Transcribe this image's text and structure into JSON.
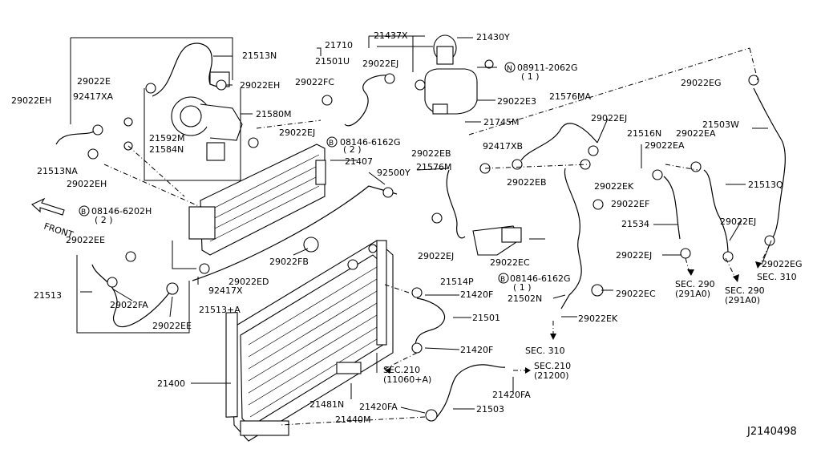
{
  "diagram_id": "J2140498",
  "front_label": "FRONT",
  "labels": {
    "l21513N": "21513N",
    "l29022E": "29022E",
    "l92417XA": "92417XA",
    "l29022EH_a": "29022EH",
    "l29022EH_b": "29022EH",
    "l29022EH_c": "29022EH",
    "l21580M": "21580M",
    "l21592M": "21592M",
    "l21584N": "21584N",
    "l21513NA": "21513NA",
    "l08146_6202H": "08146-6202H",
    "l08146_6202H_qty": "( 2 )",
    "l29022EE_a": "29022EE",
    "l29022EE_b": "29022EE",
    "l21513": "21513",
    "l29022FA": "29022FA",
    "l21513A": "21513+A",
    "l92417X": "92417X",
    "l29022ED": "29022ED",
    "l29022FB": "29022FB",
    "l21407": "21407",
    "l21400": "21400",
    "l21501U": "21501U",
    "l29022FC": "29022FC",
    "l21710": "21710",
    "l21437X": "21437X",
    "l21430Y": "21430Y",
    "l29022EJ_a": "29022EJ",
    "l29022EJ_b": "29022EJ",
    "l29022EJ_c": "29022EJ",
    "l29022EJ_d": "29022EJ",
    "l29022EJ_e": "29022EJ",
    "l29022EJ_f": "29022EJ",
    "l08911_2062G": "08911-2062G",
    "l08911_2062G_qty": "( 1 )",
    "l29022E3": "29022E3",
    "l21745M": "21745M",
    "l08146_6162G_a": "08146-6162G",
    "l08146_6162G_a_qty": "( 2 )",
    "l29022EB_a": "29022EB",
    "l29022EB_b": "29022EB",
    "l92417XB": "92417XB",
    "l92500Y": "92500Y",
    "l21576M": "21576M",
    "l21576MA": "21576MA",
    "l21514P": "21514P",
    "l29022EC_a": "29022EC",
    "l29022EC_b": "29022EC",
    "l08146_6162G_b": "08146-6162G",
    "l08146_6162G_b_qty": "( 1 )",
    "l21420F_a": "21420F",
    "l21420F_b": "21420F",
    "l21501": "21501",
    "l21502N": "21502N",
    "l29022EK_a": "29022EK",
    "l29022EK_b": "29022EK",
    "l21516N": "21516N",
    "l29022EA_a": "29022EA",
    "l29022EA_b": "29022EA",
    "l29022EF": "29022EF",
    "l21534": "21534",
    "l29022EG_a": "29022EG",
    "l29022EG_b": "29022EG",
    "l21503W": "21503W",
    "l21513Q": "21513Q",
    "lSEC290_a": "SEC. 290",
    "lSEC290_a_sub": "(291A0)",
    "lSEC290_b": "SEC. 290",
    "lSEC290_b_sub": "(291A0)",
    "lSEC310_a": "SEC. 310",
    "lSEC310_b": "SEC. 310",
    "lSEC210_a": "SEC.210",
    "lSEC210_a_sub": "(11060+A)",
    "lSEC210_b": "SEC.210",
    "lSEC210_b_sub": "(21200)",
    "l21420FA_a": "21420FA",
    "l21420FA_b": "21420FA",
    "l21481N": "21481N",
    "l21440M": "21440M",
    "l21503": "21503"
  }
}
